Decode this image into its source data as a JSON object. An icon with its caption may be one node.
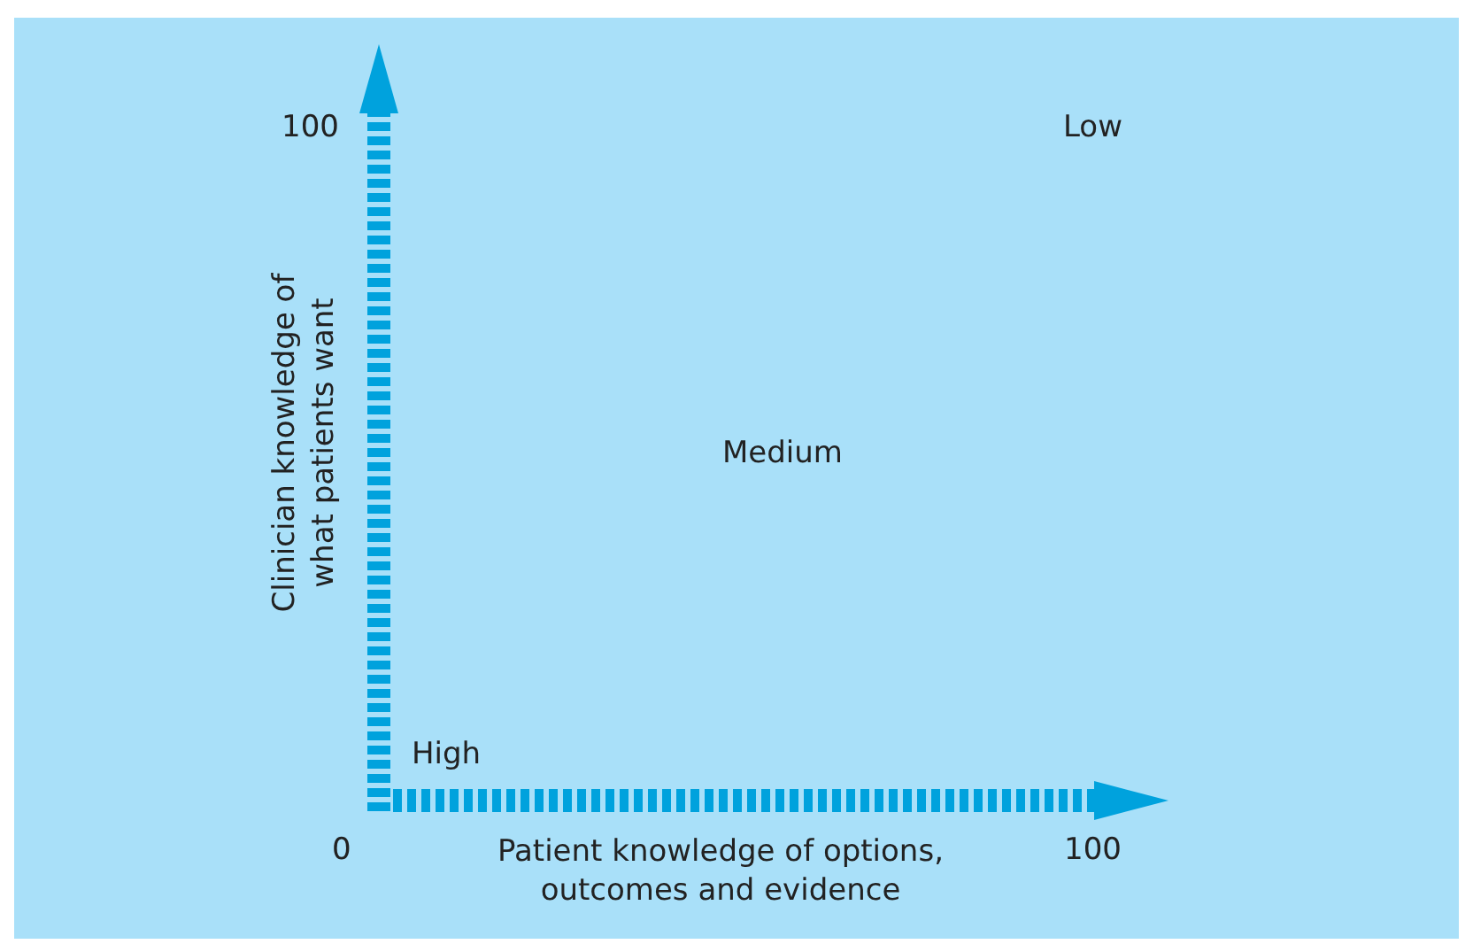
{
  "diagram": {
    "labels": [
      "100",
      "Low",
      "Clinician knowledge of what patients want",
      "Medium",
      "High",
      "0",
      "Patient knowledge of options, outcomes and evidence",
      "100"
    ]
  }
}
